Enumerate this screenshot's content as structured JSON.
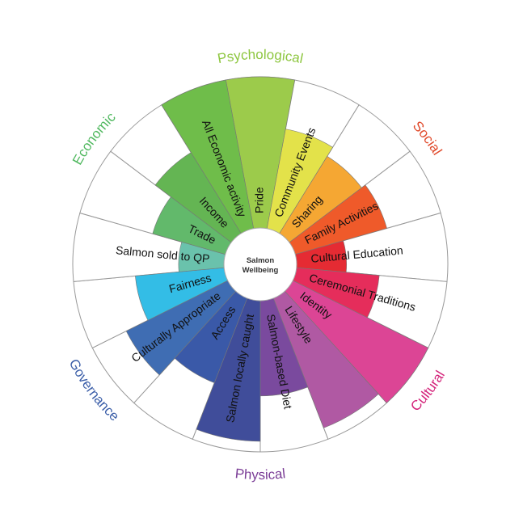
{
  "chart_data": {
    "type": "radial_bar",
    "center_label": [
      "Salmon",
      "Wellbeing"
    ],
    "scale_max": 1.0,
    "domains": [
      {
        "name": "Psychological",
        "color": "#8dc63f"
      },
      {
        "name": "Social",
        "color": "#e0492a"
      },
      {
        "name": "Cultural",
        "color": "#d4237a"
      },
      {
        "name": "Physical",
        "color": "#7a3c96"
      },
      {
        "name": "Governance",
        "color": "#3b5ea8"
      },
      {
        "name": "Economic",
        "color": "#4fb85e"
      }
    ],
    "segments": [
      {
        "label": "Pride",
        "domain": "Psychological",
        "value": 1.0,
        "color": "#9ccb4b"
      },
      {
        "label": "Community Events",
        "domain": "Social",
        "value": 0.67,
        "color": "#e3e24a"
      },
      {
        "label": "Sharing",
        "domain": "Social",
        "value": 0.6,
        "color": "#f5a733"
      },
      {
        "label": "Family Activities",
        "domain": "Social",
        "value": 0.63,
        "color": "#ef5a2a"
      },
      {
        "label": "Cultural Education",
        "domain": "Social",
        "value": 0.33,
        "color": "#e52b33"
      },
      {
        "label": "Ceremonial Traditions",
        "domain": "Cultural",
        "value": 0.55,
        "color": "#e52d5b"
      },
      {
        "label": "Identity",
        "domain": "Cultural",
        "value": 1.0,
        "color": "#dc4595"
      },
      {
        "label": "Lifestyle",
        "domain": "Cultural",
        "value": 0.92,
        "color": "#b059a3"
      },
      {
        "label": "Salmon-based Diet",
        "domain": "Physical",
        "value": 0.63,
        "color": "#7a4a9e"
      },
      {
        "label": "Salmon locally caught",
        "domain": "Physical",
        "value": 0.93,
        "color": "#404d9a"
      },
      {
        "label": "Access",
        "domain": "Governance",
        "value": 0.6,
        "color": "#3a59a8"
      },
      {
        "label": "Culturally Appropriate",
        "domain": "Governance",
        "value": 0.75,
        "color": "#3f6db3"
      },
      {
        "label": "Fairness",
        "domain": "Governance",
        "value": 0.59,
        "color": "#33bde6"
      },
      {
        "label": "Salmon sold to QP",
        "domain": "Economic",
        "value": 0.3,
        "color": "#6ac2ac"
      },
      {
        "label": "Trade",
        "domain": "Economic",
        "value": 0.5,
        "color": "#62b96b"
      },
      {
        "label": "Income",
        "domain": "Economic",
        "value": 0.63,
        "color": "#64b553"
      },
      {
        "label": "All Economic activity",
        "domain": "Economic",
        "value": 1.0,
        "color": "#6fbd4a"
      }
    ]
  }
}
